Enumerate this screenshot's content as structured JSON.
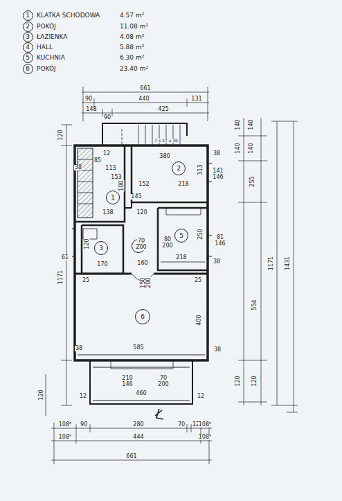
{
  "diagram": {
    "nodes": [
      {
        "text": [
          "1"
        ]
      },
      {
        "text": [
          "2"
        ]
      },
      {
        "text": [
          "3"
        ]
      },
      {
        "text": [
          "4"
        ]
      },
      {
        "text": [
          "5"
        ]
      },
      {
        "text": [
          "6"
        ]
      },
      {
        "text": [
          "1"
        ]
      },
      {
        "text": [
          "2"
        ]
      },
      {
        "text": [
          "3"
        ]
      },
      {
        "text": [
          "4"
        ]
      },
      {
        "text": [
          "5"
        ]
      },
      {
        "text": [
          "6"
        ]
      }
    ],
    "labels": [
      "KLATKA SCHODOWA",
      "4.57 m²",
      "POKÓJ",
      "11.08 m²",
      "ŁAZIENKA",
      "4.08 m²",
      "HALL",
      "5.88 m²",
      "KUCHNIA",
      "6.30 m²",
      "POKÓJ",
      "23.40 m²",
      "661",
      "90",
      "440",
      "131",
      "148",
      "90",
      "425",
      "7 x 17 x 30",
      "140",
      "140",
      "140",
      "140",
      "255",
      "1171",
      "1431",
      "554",
      "120",
      "120",
      "38",
      "141",
      "146",
      "313",
      "380",
      "218",
      "152",
      "145",
      "81",
      "146",
      "38",
      "80",
      "200",
      "250",
      "218",
      "70",
      "200",
      "160",
      "170",
      "120",
      "61",
      "25",
      "25",
      "150",
      "200",
      "400",
      "585",
      "38",
      "38",
      "210",
      "146",
      "70",
      "200",
      "460",
      "12",
      "12",
      "120",
      "120",
      "1171",
      "85",
      "12",
      "113",
      "153",
      "100",
      "138",
      "120",
      "38",
      "108⁵",
      "90",
      "280",
      "70",
      "12",
      "108⁵",
      "108⁵",
      "444",
      "108⁵",
      "661"
    ]
  }
}
